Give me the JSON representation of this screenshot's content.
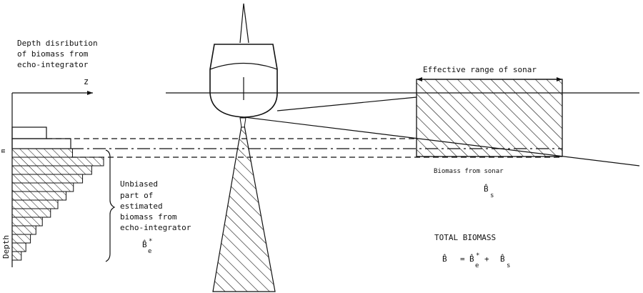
{
  "labels": {
    "depth_dist_line1": "Depth disribution",
    "depth_dist_line2": "of biomass from",
    "depth_dist_line3": "echo-integrator",
    "z_axis": "z",
    "depth_axis": "Depth",
    "left_marker": "m",
    "effective_range": "Effective range of sonar",
    "biomass_sonar": "Biomass from sonar",
    "b_s_symbol": "B̂",
    "b_s_sub": "s",
    "unbiased_line1": "Unbiased",
    "unbiased_line2": "part of",
    "unbiased_line3": "estimated",
    "unbiased_line4": "biomass from",
    "unbiased_line5": "echo-integrator",
    "b_e_symbol": "B̂",
    "b_e_sup": "*",
    "b_e_sub": "e",
    "total_biomass": "TOTAL BIOMASS",
    "eq_b": "B̂",
    "eq_eq": "=",
    "eq_be": "B̂",
    "eq_be_sup": "*",
    "eq_be_sub": "e",
    "eq_plus": "+",
    "eq_bs": "B̂",
    "eq_bs_sub": "s"
  },
  "histogram_bars": [
    0.66,
    1.0,
    0.87,
    0.77,
    0.67,
    0.59,
    0.5,
    0.42,
    0.33,
    0.26,
    0.2,
    0.15,
    0.1
  ],
  "colors": {
    "ink": "#111111",
    "background": "#ffffff"
  }
}
